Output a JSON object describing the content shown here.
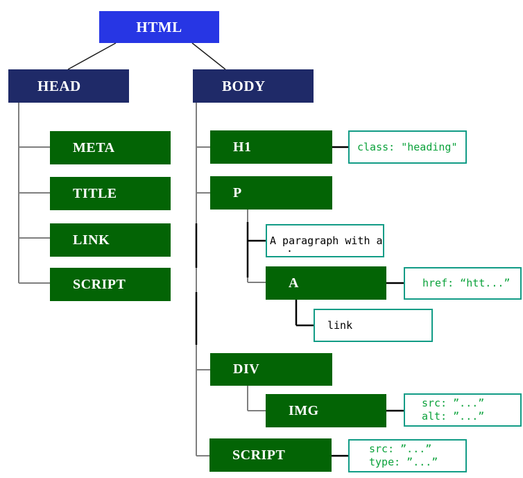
{
  "nodes": {
    "html": {
      "label": "HTML"
    },
    "head": {
      "label": "HEAD"
    },
    "body": {
      "label": "BODY"
    },
    "meta": {
      "label": "META"
    },
    "title": {
      "label": "TITLE"
    },
    "link": {
      "label": "LINK"
    },
    "script_head": {
      "label": "SCRIPT"
    },
    "h1": {
      "label": "H1"
    },
    "p": {
      "label": "P"
    },
    "a": {
      "label": "A"
    },
    "div": {
      "label": "DIV"
    },
    "img": {
      "label": "IMG"
    },
    "script_body": {
      "label": "SCRIPT"
    }
  },
  "annotations": {
    "h1_attr": {
      "text": "class: \"heading\""
    },
    "p_text": {
      "text": "A paragraph with a",
      "clipped": "."
    },
    "a_attr": {
      "text": "href: “htt...”"
    },
    "a_text": {
      "text": "link"
    },
    "img_attr": {
      "line1": "src: ”...”",
      "line2": "alt: ”...”"
    },
    "script_attr": {
      "line1": "src: ”...”",
      "line2": "type: ”...”"
    }
  },
  "colors": {
    "root_fill": "#2736e4",
    "section_fill": "#1f2a68",
    "element_fill": "#036405",
    "annotation_border": "#129c86",
    "annotation_text_green": "#0ba23b",
    "annotation_text_black": "#000000",
    "connector_gray": "#7f7f7f",
    "connector_black": "#000000"
  }
}
